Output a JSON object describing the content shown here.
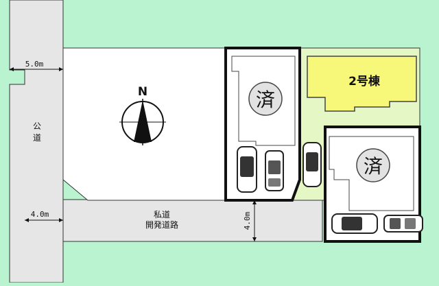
{
  "public_road": {
    "label_line1": "公",
    "label_line2": "道",
    "width_top": "5.0m",
    "width_bottom": "4.0m"
  },
  "private_road": {
    "label_line1": "私道",
    "label_line2": "開発道路",
    "width": "4.0m"
  },
  "north_label": "N",
  "lots": {
    "building_2": "2号棟",
    "sold_mark_upper": "済",
    "sold_mark_lower": "済"
  },
  "colors": {
    "background": "#b9f3cf",
    "land": "#ffffff",
    "road": "#e6e6e6",
    "building_2": "#f7f87a",
    "lot_2_ground": "#e6f7c6",
    "outline": "#111111"
  }
}
